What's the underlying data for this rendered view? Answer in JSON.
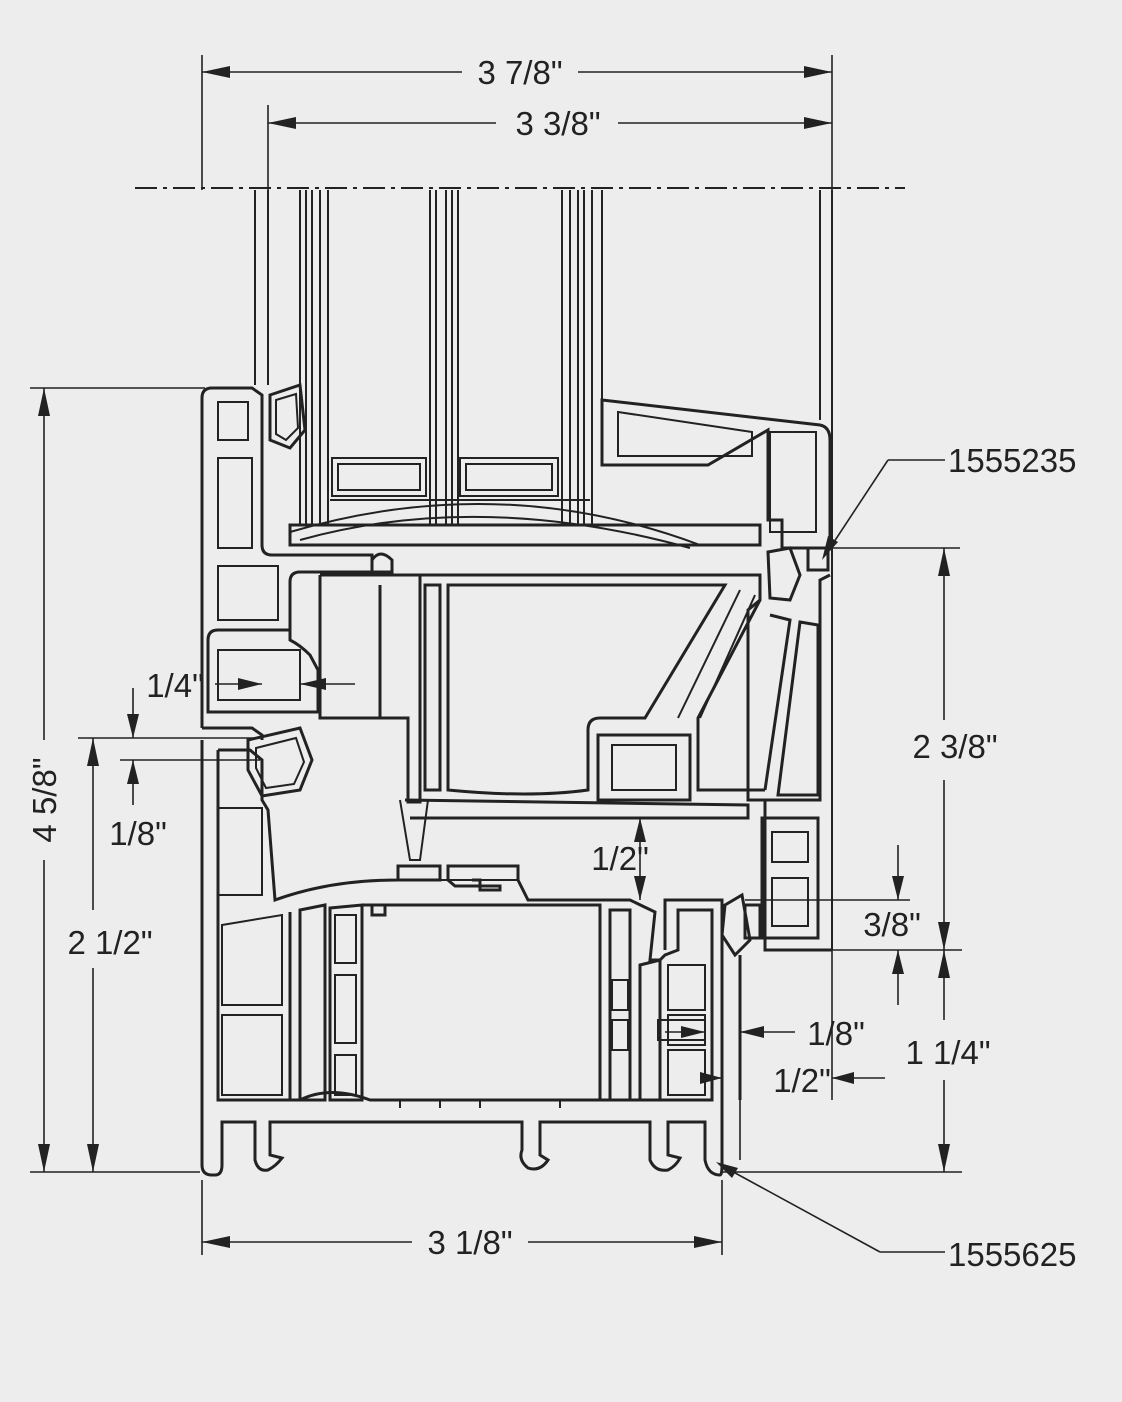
{
  "dimensions": {
    "overall_width": "3 7/8\"",
    "sash_width": "3 3/8\"",
    "overall_height": "4 5/8\"",
    "frame_height": "2 1/2\"",
    "sash_height": "2 3/8\"",
    "frame_width": "3 1/8\"",
    "gasket_gap": "1/4\"",
    "overlap_small": "1/8\"",
    "sill_gap": "1/2\"",
    "sash_lip": "3/8\"",
    "frame_step": "1 1/4\"",
    "bottom_lip": "1/8\"",
    "bottom_gap": "1/2\""
  },
  "part_numbers": {
    "sash_part": "1555235",
    "frame_part": "1555625"
  }
}
